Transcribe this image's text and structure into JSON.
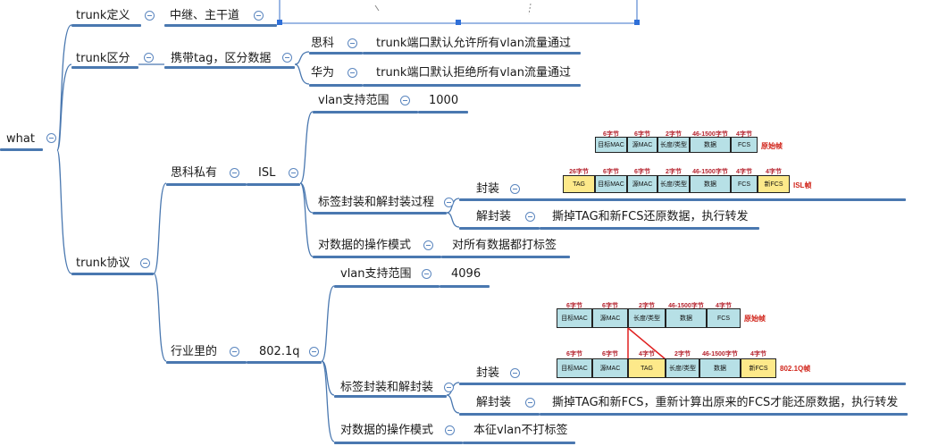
{
  "root": "what",
  "trunk_def": {
    "label": "trunk定义",
    "child": "中继、主干道"
  },
  "trunk_diff": {
    "label": "trunk区分",
    "child": "携带tag，区分数据",
    "cisco": {
      "label": "思科",
      "desc": "trunk端口默认允许所有vlan流量通过"
    },
    "huawei": {
      "label": "华为",
      "desc": "trunk端口默认拒绝所有vlan流量通过"
    }
  },
  "trunk_proto": {
    "label": "trunk协议",
    "cisco_private": {
      "label": "思科私有",
      "isl": {
        "label": "ISL",
        "vlan_range": {
          "label": "vlan支持范围",
          "value": "1000"
        },
        "encap": {
          "label": "标签封装和解封装过程",
          "enc": "封装",
          "dec": "解封装",
          "dec_desc": "撕掉TAG和新FCS还原数据，执行转发"
        },
        "mode": {
          "label": "对数据的操作模式",
          "value": "对所有数据都打标签"
        }
      }
    },
    "industry": {
      "label": "行业里的",
      "std": {
        "label": "802.1q",
        "vlan_range": {
          "label": "vlan支持范围",
          "value": "4096"
        },
        "encap": {
          "label": "标签封装和解封装",
          "enc": "封装",
          "dec": "解封装",
          "dec_desc": "撕掉TAG和新FCS，重新计算出原来的FCS才能还原数据，执行转发"
        },
        "mode": {
          "label": "对数据的操作模式",
          "value": "本征vlan不打标签"
        }
      }
    }
  },
  "isl_frames": {
    "original": {
      "caption": "原始帧",
      "bytes": [
        "6字节",
        "6字节",
        "2字节",
        "46-1500字节",
        "4字节"
      ],
      "fields": [
        "目标MAC",
        "源MAC",
        "长度/类型",
        "数据",
        "FCS"
      ]
    },
    "tagged": {
      "caption": "ISL帧",
      "bytes": [
        "26字节",
        "6字节",
        "6字节",
        "2字节",
        "46-1500字节",
        "4字节",
        "4字节"
      ],
      "fields": [
        "TAG",
        "目标MAC",
        "源MAC",
        "长度/类型",
        "数据",
        "FCS",
        "新FCS"
      ]
    }
  },
  "dot1q_frames": {
    "original": {
      "caption": "原始帧",
      "bytes": [
        "6字节",
        "6字节",
        "2字节",
        "46-1500字节",
        "4字节"
      ],
      "fields": [
        "目标MAC",
        "源MAC",
        "长度/类型",
        "数据",
        "FCS"
      ]
    },
    "tagged": {
      "caption": "802.1Q帧",
      "bytes": [
        "6字节",
        "6字节",
        "4字节",
        "2字节",
        "46-1500字节",
        "4字节"
      ],
      "fields": [
        "目标MAC",
        "源MAC",
        "TAG",
        "长度/类型",
        "数据",
        "新FCS"
      ]
    }
  },
  "colors": {
    "line": "#4a78b0",
    "field": "#b7e0e6",
    "highlight": "#fde98a",
    "red": "#d1261c"
  }
}
